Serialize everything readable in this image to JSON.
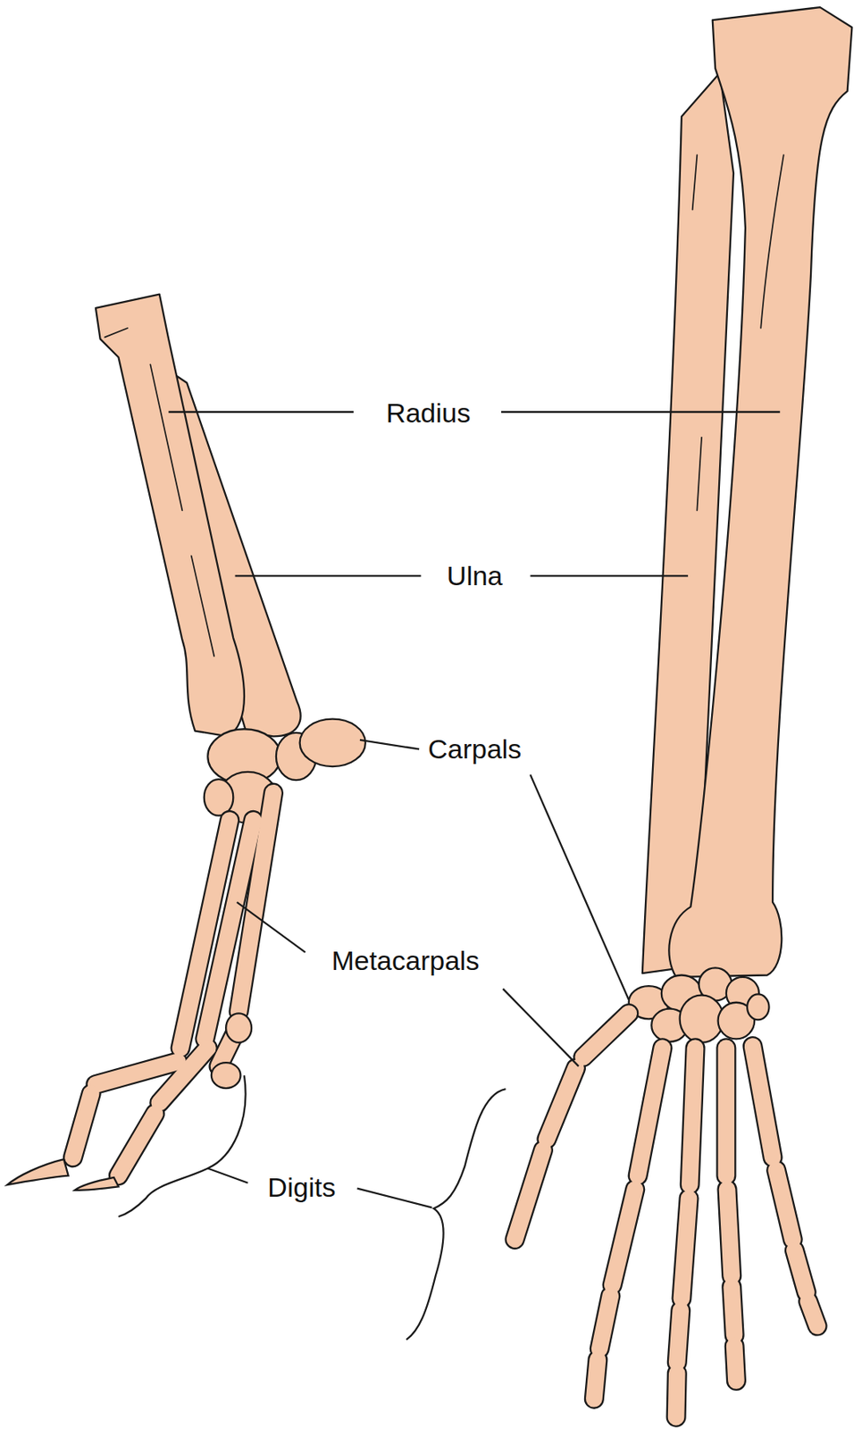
{
  "diagram": {
    "labels": [
      "Radius",
      "Ulna",
      "Carpals",
      "Metacarpals",
      "Digits"
    ]
  }
}
